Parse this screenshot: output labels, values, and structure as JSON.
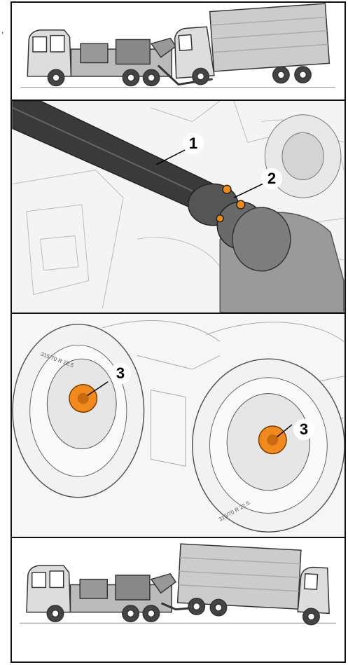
{
  "margin_mark": ",",
  "callouts": {
    "driveshaft": "1",
    "flange": "2",
    "hub_left": "3",
    "hub_right": "3"
  },
  "colors": {
    "highlight": "#f08a1e",
    "line": "#333333",
    "shade": "#8a8a8a",
    "shaft": "#3a3a3a"
  },
  "icons": {
    "tow_truck": "tow-truck-illustration",
    "towed_truck": "box-truck-illustration"
  }
}
